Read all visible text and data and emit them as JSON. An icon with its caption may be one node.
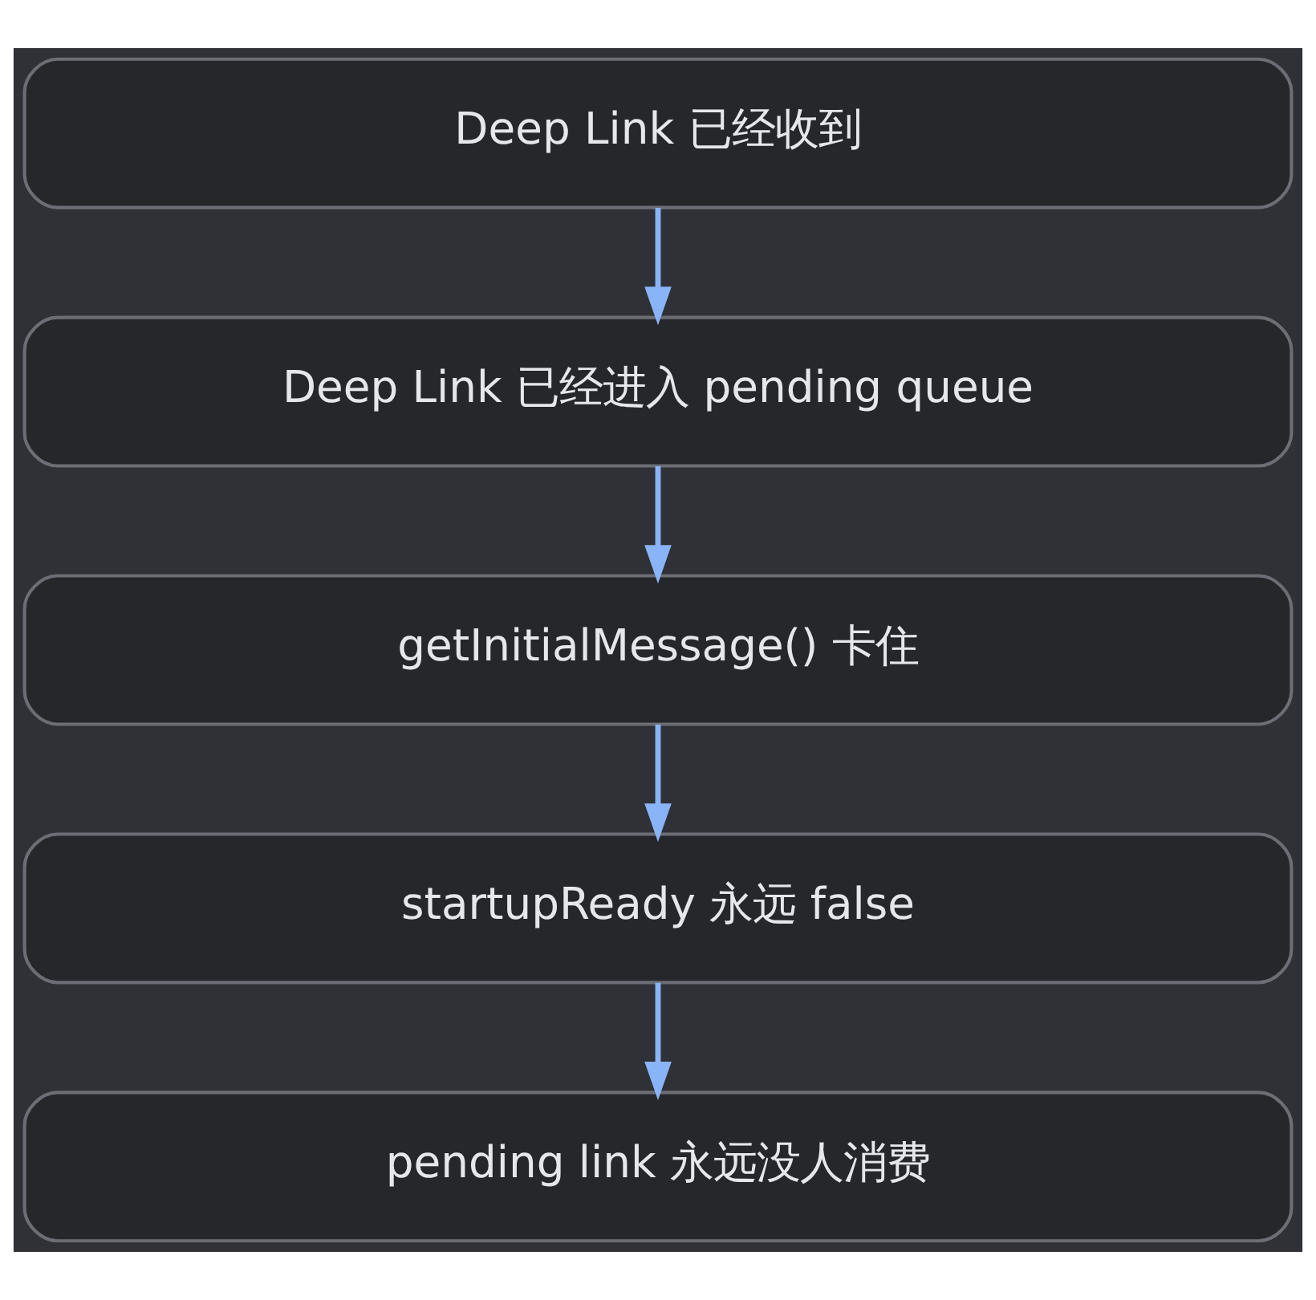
{
  "diagram": {
    "nodes": [
      {
        "text": [
          "Deep Link 已经收到"
        ]
      },
      {
        "text": [
          "Deep Link 已经进入 pending queue"
        ]
      },
      {
        "text": [
          "getInitialMessage() 卡住"
        ]
      },
      {
        "text": [
          "startupReady 永远 false"
        ]
      },
      {
        "text": [
          "pending link 永远没人消费"
        ]
      }
    ],
    "edges": [
      {
        "from": 0,
        "to": 1,
        "arrow": "to"
      },
      {
        "from": 1,
        "to": 2,
        "arrow": "to"
      },
      {
        "from": 2,
        "to": 3,
        "arrow": "to"
      },
      {
        "from": 3,
        "to": 4,
        "arrow": "to"
      }
    ]
  }
}
